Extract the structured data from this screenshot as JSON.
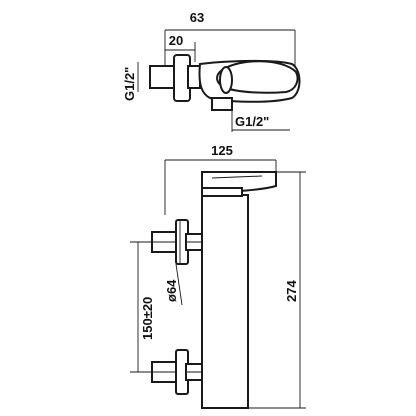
{
  "drawing": {
    "top_view": {
      "dim_overall_depth": "63",
      "dim_flange_depth": "20",
      "thread_inlet": "G1/2\"",
      "thread_outlet": "G1/2\""
    },
    "front_view": {
      "dim_overall_width": "125",
      "dim_overall_height": "274",
      "dim_flange_diameter": "ø64",
      "dim_center_distance": "150±20"
    }
  }
}
